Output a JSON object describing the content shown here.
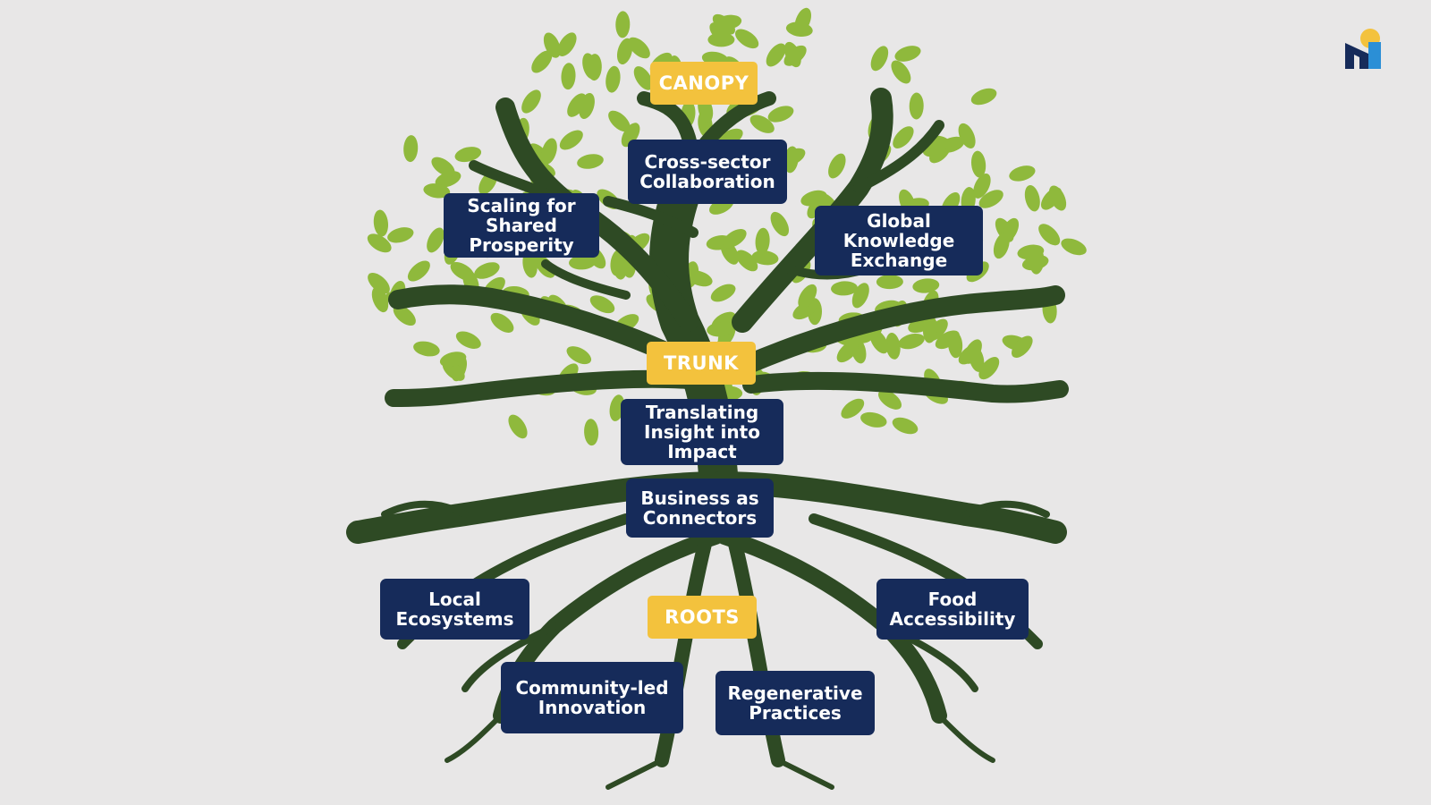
{
  "colors": {
    "background": "#e8e7e7",
    "trunk": "#2e4a24",
    "leaf": "#8fb93c",
    "label_box": "#162b5a",
    "section_tag": "#f3c23d",
    "logo_navy": "#162b5a",
    "logo_blue": "#2b8fd6",
    "logo_yellow": "#f3c23d"
  },
  "sections": {
    "canopy": "CANOPY",
    "trunk": "TRUNK",
    "roots": "ROOTS"
  },
  "canopy_items": {
    "cross_sector": [
      "Cross-sector",
      "Collaboration"
    ],
    "scaling": [
      "Scaling for",
      "Shared",
      "Prosperity"
    ],
    "global_knowledge": [
      "Global",
      "Knowledge",
      "Exchange"
    ]
  },
  "trunk_items": {
    "translating": [
      "Translating",
      "Insight into",
      "Impact"
    ],
    "business": [
      "Business as",
      "Connectors"
    ]
  },
  "root_items": {
    "local": [
      "Local",
      "Ecosystems"
    ],
    "food": [
      "Food",
      "Accessibility"
    ],
    "community": [
      "Community-led",
      "Innovation"
    ],
    "regenerative": [
      "Regenerative",
      "Practices"
    ]
  },
  "logo_icon": "brand-logo-icon"
}
